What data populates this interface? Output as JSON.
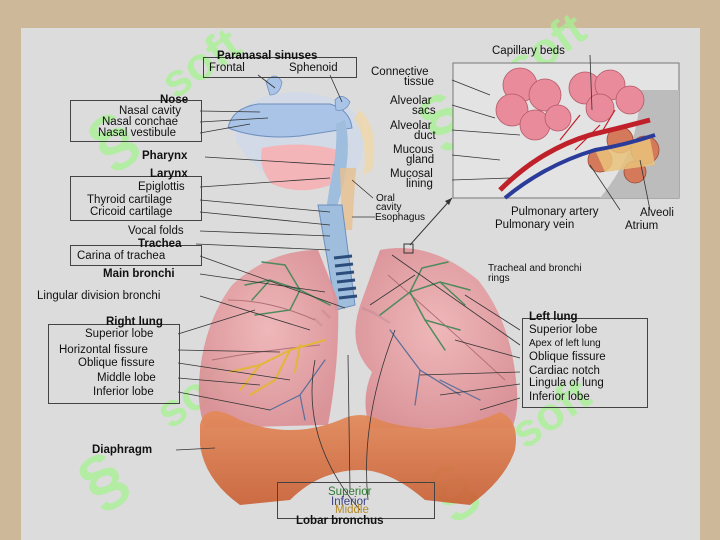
{
  "colors": {
    "frame": "#cdb89a",
    "board": "#dcdcdc",
    "lung": "#e7a0a4",
    "diaphragm": "#d9764a",
    "airway": "#9fbddd",
    "bronchi_green": "#4f8a5e",
    "bronchi_yellow": "#e3b53a",
    "artery": "#c0202a",
    "vein": "#2a3b9a",
    "watermark": "#9ff08a"
  },
  "labels": {
    "paranasal": "Paranasal sinuses",
    "frontal": "Frontal",
    "sphenoid": "Sphenoid",
    "nose": "Nose",
    "nasal_cavity": "Nasal cavity",
    "nasal_conchae": "Nasal conchae",
    "nasal_vestibule": "Nasal vestibule",
    "pharynx": "Pharynx",
    "larynx": "Larynx",
    "epiglottis": "Epiglottis",
    "thyroid_cartilage": "Thyroid cartilage",
    "cricoid_cartilage": "Cricoid cartilage",
    "vocal_folds": "Vocal folds",
    "trachea": "Trachea",
    "carina": "Carina of trachea",
    "main_bronchi": "Main bronchi",
    "lingular_division": "Lingular division bronchi",
    "right_lung": "Right lung",
    "r_superior_lobe": "Superior lobe",
    "horizontal_fissure": "Horizontal fissure",
    "r_oblique_fissure": "Oblique fissure",
    "middle_lobe": "Middle lobe",
    "r_inferior_lobe": "Inferior lobe",
    "diaphragm": "Diaphragm",
    "oral_cavity_1": "Oral",
    "oral_cavity_2": "cavity",
    "esophagus": "Esophagus",
    "tracheal_rings_1": "Tracheal and bronchi",
    "tracheal_rings_2": "rings",
    "capillary_beds": "Capillary beds",
    "connective_1": "Connective",
    "connective_2": "tissue",
    "alveolar_sacs_1": "Alveolar",
    "alveolar_sacs_2": "sacs",
    "alveolar_duct_1": "Alveolar",
    "alveolar_duct_2": "duct",
    "mucous_gland_1": "Mucous",
    "mucous_gland_2": "gland",
    "mucosal_lining_1": "Mucosal",
    "mucosal_lining_2": "lining",
    "pulmonary_artery": "Pulmonary artery",
    "pulmonary_vein": "Pulmonary vein",
    "alveoli": "Alveoli",
    "atrium": "Atrium",
    "left_lung": "Left lung",
    "l_superior_lobe": "Superior lobe",
    "apex": "Apex of left lung",
    "l_oblique_fissure": "Oblique fissure",
    "cardiac_notch": "Cardiac notch",
    "lingula": "Lingula of lung",
    "l_inferior_lobe": "Inferior lobe",
    "lobar_superior": "Superior",
    "lobar_inferior": "Inferior",
    "lobar_middle": "Middle",
    "lobar_bronchus": "Lobar bronchus"
  }
}
